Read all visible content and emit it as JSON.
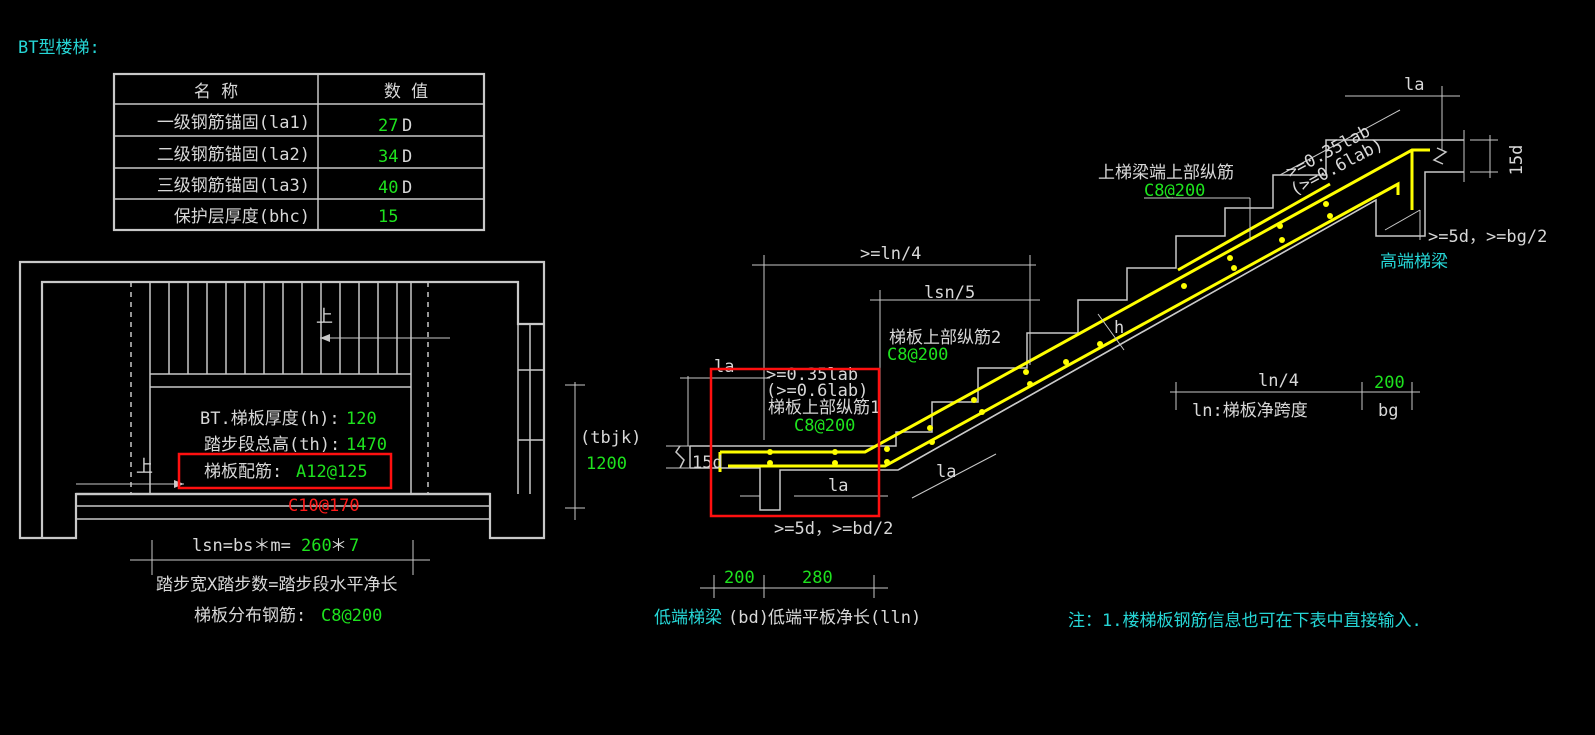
{
  "title": "BT型楼梯:",
  "table": {
    "headers": [
      "名 称",
      "数 值"
    ],
    "rows": [
      {
        "name": "一级钢筋锚固(la1)",
        "value": "27",
        "unit": "D"
      },
      {
        "name": "二级钢筋锚固(la2)",
        "value": "34",
        "unit": "D"
      },
      {
        "name": "三级钢筋锚固(la3)",
        "value": "40",
        "unit": "D"
      },
      {
        "name": "保护层厚度(bhc)",
        "value": "15",
        "unit": ""
      }
    ]
  },
  "plan": {
    "up_label_top": "上",
    "up_label_bottom": "上",
    "thickness_label": "BT.梯板厚度(h):",
    "thickness_value": "120",
    "height_label": "踏步段总高(th):",
    "height_value": "1470",
    "rebar_label": "梯板配筋:",
    "rebar_value": "A12@125",
    "rebar_alt": "C10@170",
    "tbjk_label": "(tbjk)",
    "tbjk_value": "1200",
    "lsn_prefix": "lsn=bs＊m=",
    "lsn_bs": "260",
    "lsn_mul": "＊",
    "lsn_m": "7",
    "step_note": "踏步宽X踏步数=踏步段水平净长",
    "dist_label": "梯板分布钢筋:",
    "dist_value": "C8@200"
  },
  "section": {
    "top_la": "la",
    "anchor_top_1": ">=0.35lab",
    "anchor_top_2": "(>=0.6lab)",
    "upper_rebar_label": "上梯梁端上部纵筋",
    "upper_rebar_value": "C8@200",
    "d15_right": "15d",
    "bg_note": ">=5d，>=bg/2",
    "high_beam": "高端梯梁",
    "ln4_top": ">=ln/4",
    "lsn5": "lsn/5",
    "rebar2_label": "梯板上部纵筋2",
    "rebar2_value": "C8@200",
    "h_label": "h",
    "la_left": "la",
    "anchor_low_1": ">=0.35lab",
    "anchor_low_2": "(>=0.6lab)",
    "rebar1_label": "梯板上部纵筋1",
    "rebar1_value": "C8@200",
    "d15_left": "15d",
    "la_mid": "la",
    "la_diag": "la",
    "bd_note": ">=5d，>=bd/2",
    "ln4_right": "ln/4",
    "bg_value": "200",
    "ln_label": "ln:梯板净跨度",
    "bg_label": "bg",
    "bd_value": "200",
    "lln_value": "280",
    "low_beam": "低端梯梁",
    "bd_label": "(bd)",
    "lln_label": "低端平板净长(lln)"
  },
  "note": "注：1.楼梯板钢筋信息也可在下表中直接输入."
}
